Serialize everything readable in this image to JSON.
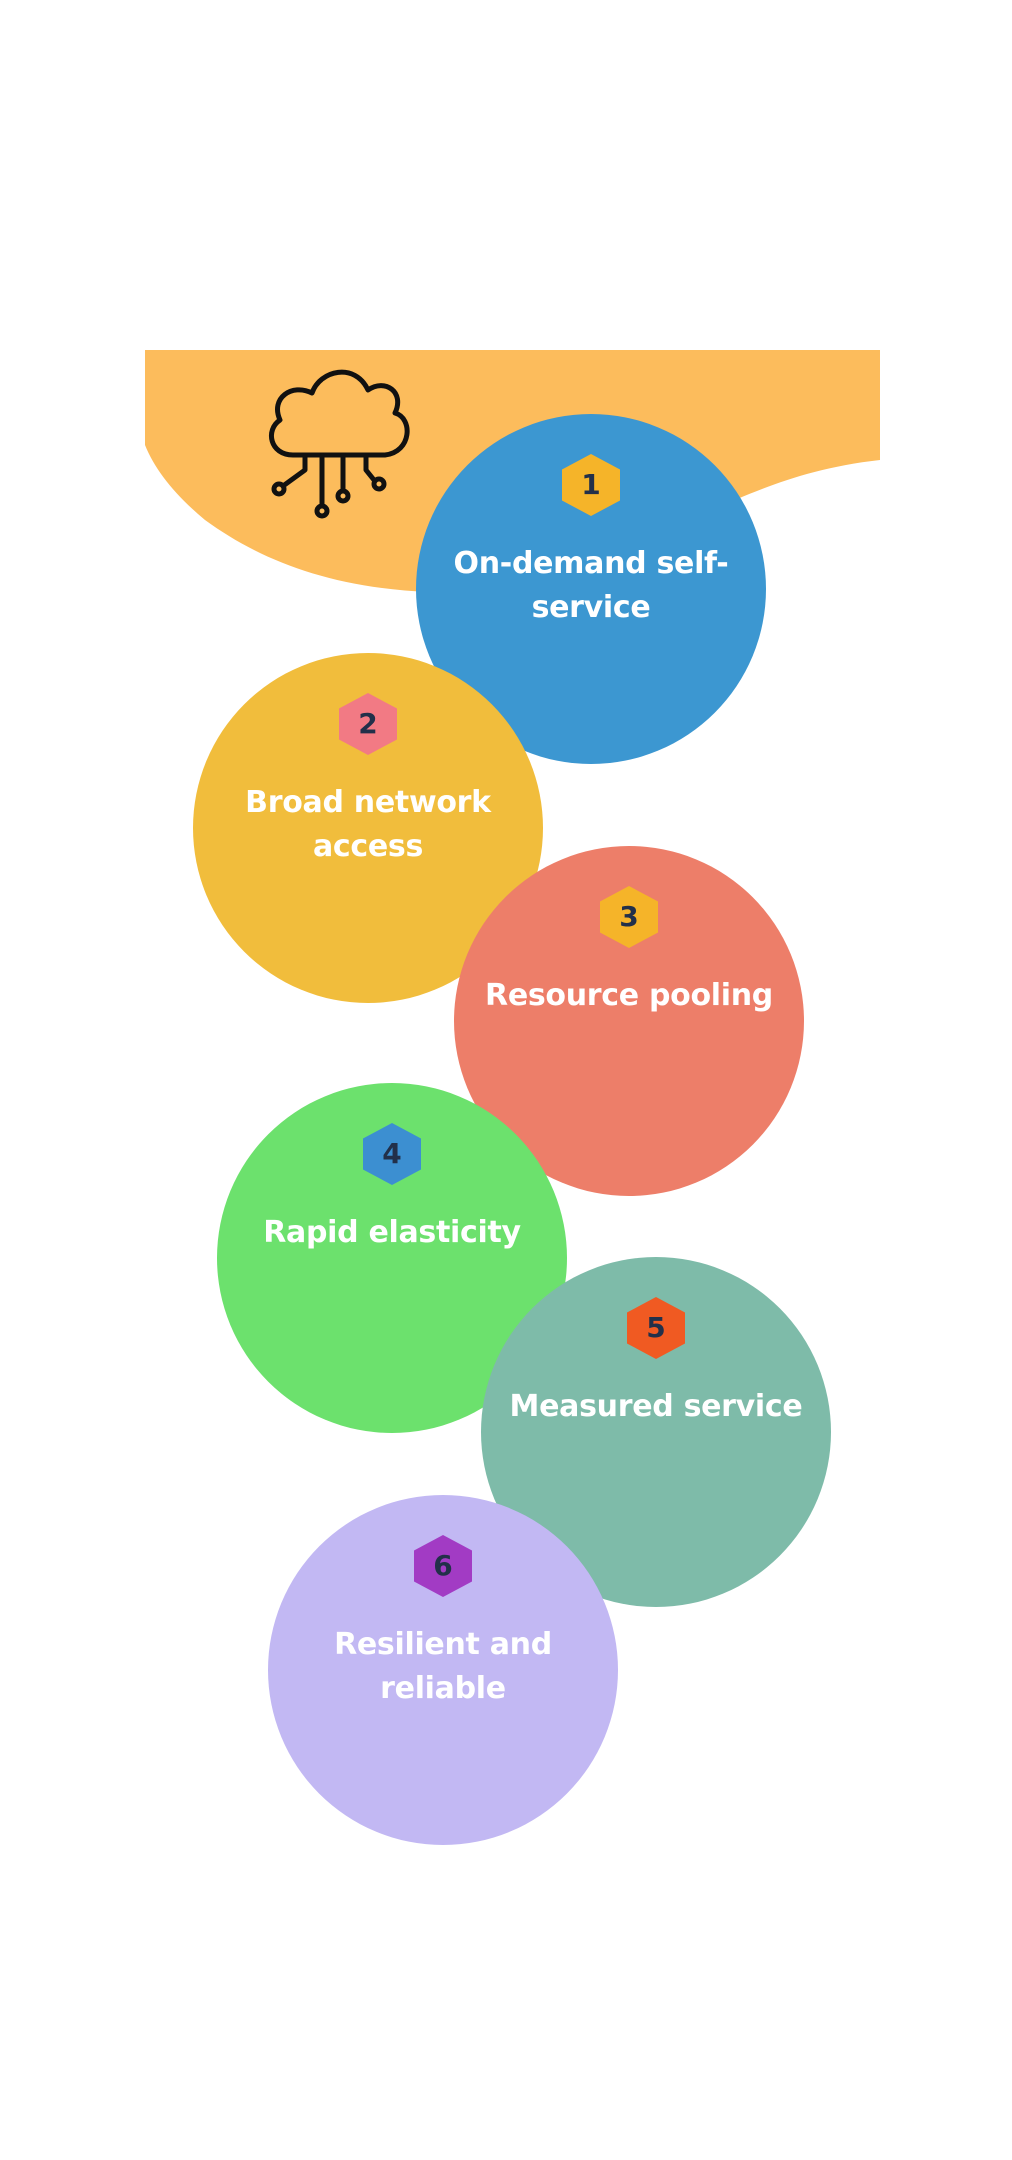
{
  "header": {
    "icon": "cloud-network-icon",
    "band_color": "#fcbc5c"
  },
  "items": [
    {
      "number": "1",
      "label": "On-demand self-service",
      "circle_color": "#3c97d1",
      "badge_color": "#f5b429"
    },
    {
      "number": "2",
      "label": "Broad network access",
      "circle_color": "#f1bd3c",
      "badge_color": "#f27a84"
    },
    {
      "number": "3",
      "label": "Resource pooling",
      "circle_color": "#ed7e69",
      "badge_color": "#f5b429"
    },
    {
      "number": "4",
      "label": "Rapid elasticity",
      "circle_color": "#6ce16d",
      "badge_color": "#3c8fd1"
    },
    {
      "number": "5",
      "label": "Measured service",
      "circle_color": "#7ebba9",
      "badge_color": "#f05a22"
    },
    {
      "number": "6",
      "label": "Resilient and reliable",
      "circle_color": "#c2b8f3",
      "badge_color": "#a23bc4"
    }
  ]
}
